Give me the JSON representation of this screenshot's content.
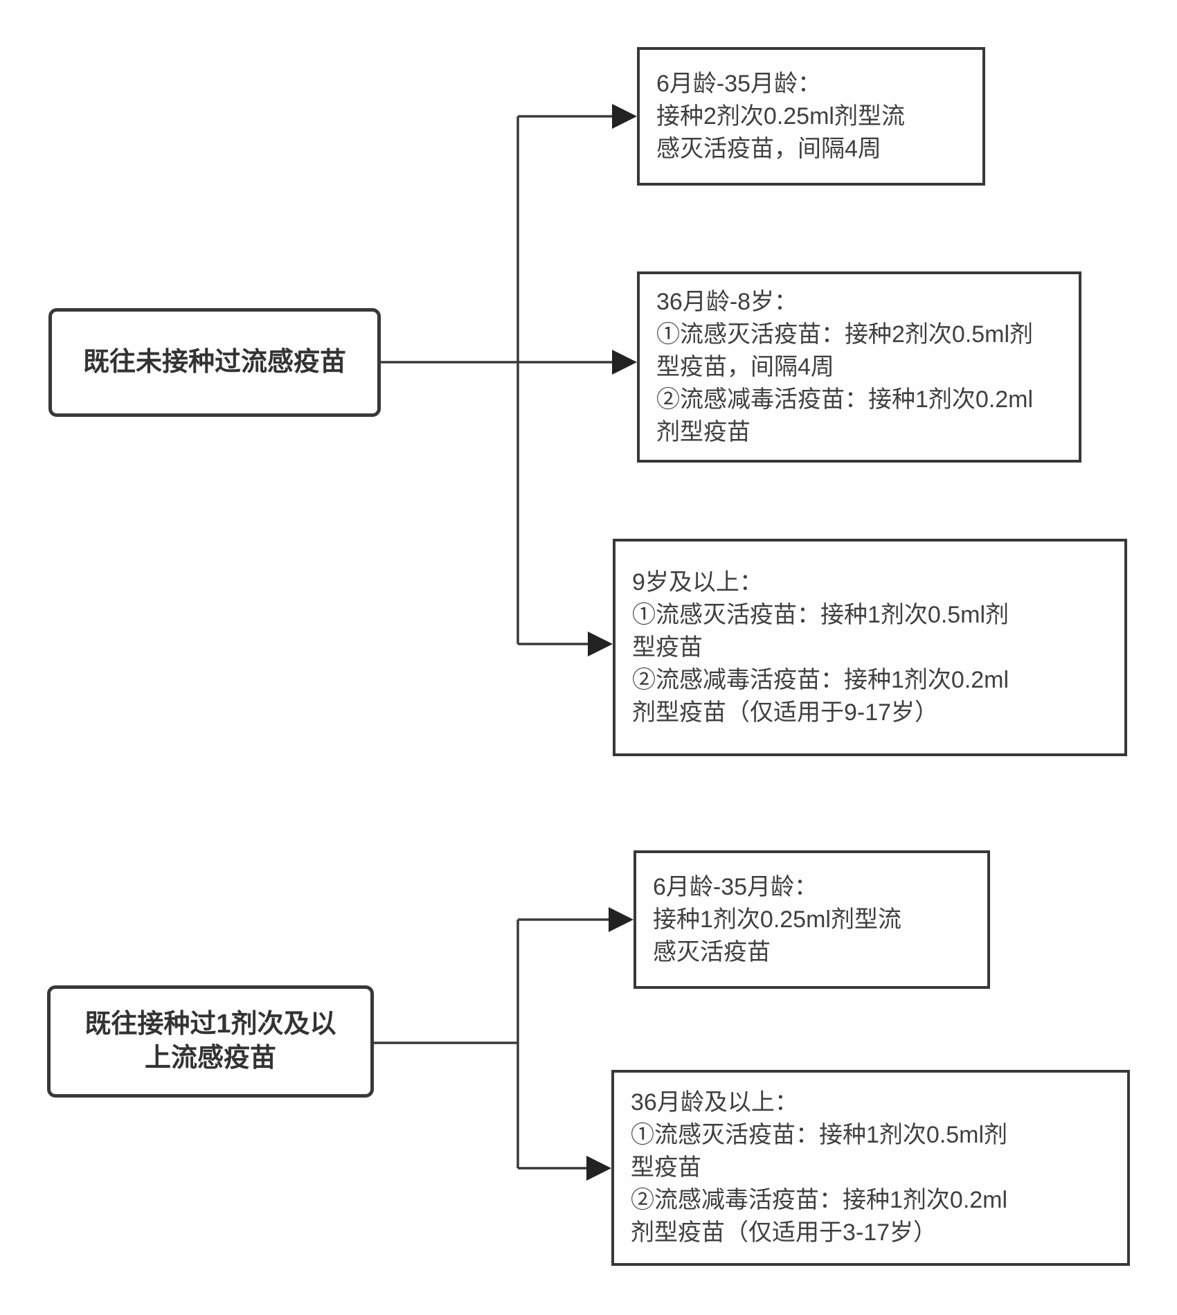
{
  "diagram": {
    "groups": [
      {
        "root": "既往未接种过流感疫苗",
        "children": [
          "6月龄-35月龄：\n接种2剂次0.25ml剂型流\n感灭活疫苗，间隔4周",
          "36月龄-8岁：\n①流感灭活疫苗：接种2剂次0.5ml剂\n型疫苗，间隔4周\n②流感减毒活疫苗：接种1剂次0.2ml\n剂型疫苗",
          "9岁及以上：\n①流感灭活疫苗：接种1剂次0.5ml剂\n型疫苗\n②流感减毒活疫苗：接种1剂次0.2ml\n剂型疫苗（仅适用于9-17岁）"
        ]
      },
      {
        "root": "既往接种过1剂次及以\n上流感疫苗",
        "children": [
          "6月龄-35月龄：\n接种1剂次0.25ml剂型流\n感灭活疫苗",
          "36月龄及以上：\n①流感灭活疫苗：接种1剂次0.5ml剂\n型疫苗\n②流感减毒活疫苗：接种1剂次0.2ml\n剂型疫苗（仅适用于3-17岁）"
        ]
      }
    ],
    "colors": {
      "line": "#3a3a3a",
      "arrowhead": "#222222",
      "box_border": "#383838",
      "text": "#3f3f3f",
      "background": "#ffffff"
    }
  }
}
